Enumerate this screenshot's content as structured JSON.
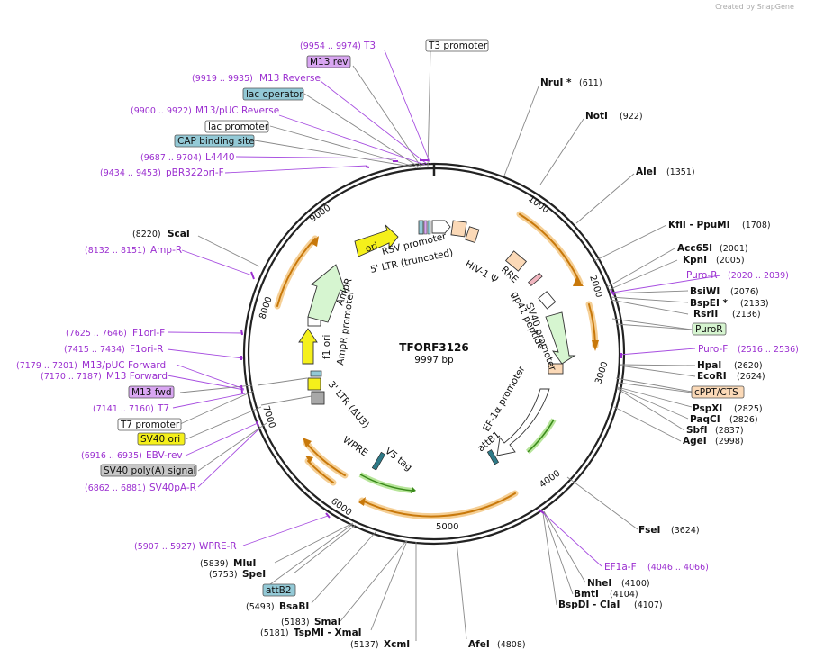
{
  "branding": "Created by SnapGene",
  "plasmid": {
    "name": "TFORF3126",
    "size": "9997 bp"
  },
  "enzymes": [
    {
      "name": "NruI *",
      "coord": "(611)"
    },
    {
      "name": "NotI",
      "coord": "(922)"
    },
    {
      "name": "AleI",
      "coord": "(1351)"
    },
    {
      "name": "KflI - PpuMI",
      "coord": "(1708)"
    },
    {
      "name": "Acc65I",
      "coord": "(2001)"
    },
    {
      "name": "KpnI",
      "coord": "(2005)"
    },
    {
      "name": "BsiWI",
      "coord": "(2076)"
    },
    {
      "name": "BspEI *",
      "coord": "(2133)"
    },
    {
      "name": "RsrII",
      "coord": "(2136)"
    },
    {
      "name": "HpaI",
      "coord": "(2620)"
    },
    {
      "name": "EcoRI",
      "coord": "(2624)"
    },
    {
      "name": "PspXI",
      "coord": "(2825)"
    },
    {
      "name": "PaqCI",
      "coord": "(2826)"
    },
    {
      "name": "SbfI",
      "coord": "(2837)"
    },
    {
      "name": "AgeI",
      "coord": "(2998)"
    },
    {
      "name": "FseI",
      "coord": "(3624)"
    },
    {
      "name": "NheI",
      "coord": "(4100)"
    },
    {
      "name": "BmtI",
      "coord": "(4104)"
    },
    {
      "name": "BspDI - ClaI",
      "coord": "(4107)"
    },
    {
      "name": "AfeI",
      "coord": "(4808)"
    },
    {
      "name": "XcmI",
      "coord": "(5137)"
    },
    {
      "name": "TspMI - XmaI",
      "coord": "(5181)"
    },
    {
      "name": "SmaI",
      "coord": "(5183)"
    },
    {
      "name": "BsaBI",
      "coord": "(5493)"
    },
    {
      "name": "SpeI",
      "coord": "(5753)"
    },
    {
      "name": "MluI",
      "coord": "(5839)"
    },
    {
      "name": "ScaI",
      "coord": "(8220)"
    }
  ],
  "primers": [
    {
      "name": "T3",
      "coord": "(9954 .. 9974)"
    },
    {
      "name": "M13 Reverse",
      "coord": "(9919 .. 9935)"
    },
    {
      "name": "M13/pUC Reverse",
      "coord": "(9900 .. 9922)"
    },
    {
      "name": "L4440",
      "coord": "(9687 .. 9704)"
    },
    {
      "name": "pBR322ori-F",
      "coord": "(9434 .. 9453)"
    },
    {
      "name": "Amp-R",
      "coord": "(8132 .. 8151)"
    },
    {
      "name": "F1ori-F",
      "coord": "(7625 .. 7646)"
    },
    {
      "name": "F1ori-R",
      "coord": "(7415 .. 7434)"
    },
    {
      "name": "M13/pUC Forward",
      "coord": "(7179 .. 7201)"
    },
    {
      "name": "M13 Forward",
      "coord": "(7170 .. 7187)"
    },
    {
      "name": "T7",
      "coord": "(7141 .. 7160)"
    },
    {
      "name": "EBV-rev",
      "coord": "(6916 .. 6935)"
    },
    {
      "name": "SV40pA-R",
      "coord": "(6862 .. 6881)"
    },
    {
      "name": "Puro-R",
      "coord": "(2020 .. 2039)"
    },
    {
      "name": "Puro-F",
      "coord": "(2516 .. 2536)"
    },
    {
      "name": "EF1a-F",
      "coord": "(4046 .. 4066)"
    },
    {
      "name": "WPRE-R",
      "coord": "(5907 .. 5927)"
    }
  ],
  "feature_boxes": [
    {
      "label": "T3 promoter",
      "fill": "#ffffff"
    },
    {
      "label": "M13 rev",
      "fill": "#d9a6f2"
    },
    {
      "label": "lac operator",
      "fill": "#93c9d6"
    },
    {
      "label": "lac promoter",
      "fill": "#ffffff"
    },
    {
      "label": "CAP binding site",
      "fill": "#93c9d6"
    },
    {
      "label": "M13 fwd",
      "fill": "#d9a6f2"
    },
    {
      "label": "T7 promoter",
      "fill": "#ffffff"
    },
    {
      "label": "SV40 ori",
      "fill": "#f5f01b"
    },
    {
      "label": "SV40 poly(A) signal",
      "fill": "#c7c7c7"
    },
    {
      "label": "PuroR",
      "fill": "#d6f5d0"
    },
    {
      "label": "cPPT/CTS",
      "fill": "#fbd9b7"
    },
    {
      "label": "attB2",
      "fill": "#93c9d6"
    }
  ],
  "inner_labels": [
    "RSV promoter",
    "5' LTR (truncated)",
    "HIV-1 Ψ",
    "RRE",
    "gp41 peptide",
    "SV40 promoter",
    "EF-1α promoter",
    "attB1",
    "V5 tag",
    "WPRE",
    "3' LTR (ΔU3)",
    "f1 ori",
    "AmpR promoter",
    "AmpR",
    "ori"
  ],
  "ticks": [
    "1000",
    "2000",
    "3000",
    "4000",
    "5000",
    "6000",
    "7000",
    "8000",
    "9000"
  ]
}
